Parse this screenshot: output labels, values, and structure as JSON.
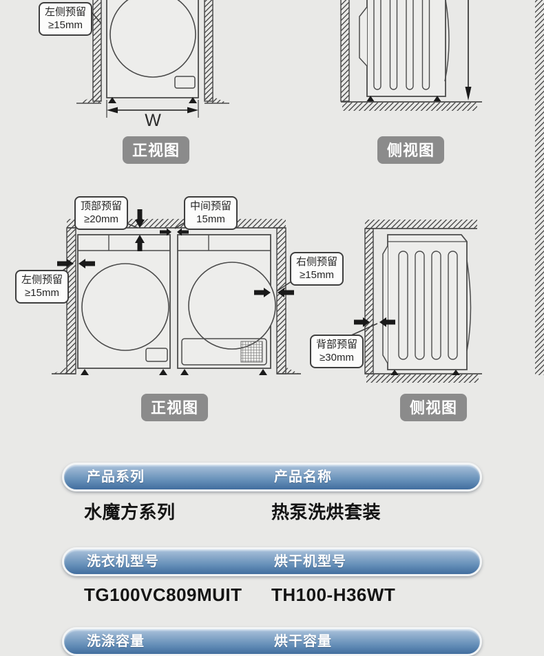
{
  "colors": {
    "background": "#e9e9e7",
    "line": "#4b4b4b",
    "arrow": "#1a1a1a",
    "badge_bg": "#8b8b8b",
    "pill_top": "#aac3dc",
    "pill_bottom": "#416d9e"
  },
  "diagrams": {
    "top_front": {
      "caption": "正视图",
      "dim_width_label": "W",
      "left_clearance": {
        "line1": "左侧预留",
        "line2": "≥15mm"
      }
    },
    "top_side": {
      "caption": "侧视图"
    },
    "mid_front": {
      "caption": "正视图",
      "top_clearance": {
        "line1": "顶部预留",
        "line2": "≥20mm"
      },
      "middle_clearance": {
        "line1": "中间预留",
        "line2": "15mm"
      },
      "left_clearance": {
        "line1": "左侧预留",
        "line2": "≥15mm"
      },
      "right_clearance": {
        "line1": "右侧预留",
        "line2": "≥15mm"
      }
    },
    "mid_side": {
      "caption": "侧视图",
      "back_clearance": {
        "line1": "背部预留",
        "line2": "≥30mm"
      }
    }
  },
  "spec_table": {
    "rows": [
      {
        "header_left": "产品系列",
        "header_right": "产品名称",
        "value_left": "水魔方系列",
        "value_right": "热泵洗烘套装"
      },
      {
        "header_left": "洗衣机型号",
        "header_right": "烘干机型号",
        "value_left": "TG100VC809MUIT",
        "value_right": "TH100-H36WT"
      },
      {
        "header_left": "洗涤容量",
        "header_right": "烘干容量"
      }
    ]
  }
}
